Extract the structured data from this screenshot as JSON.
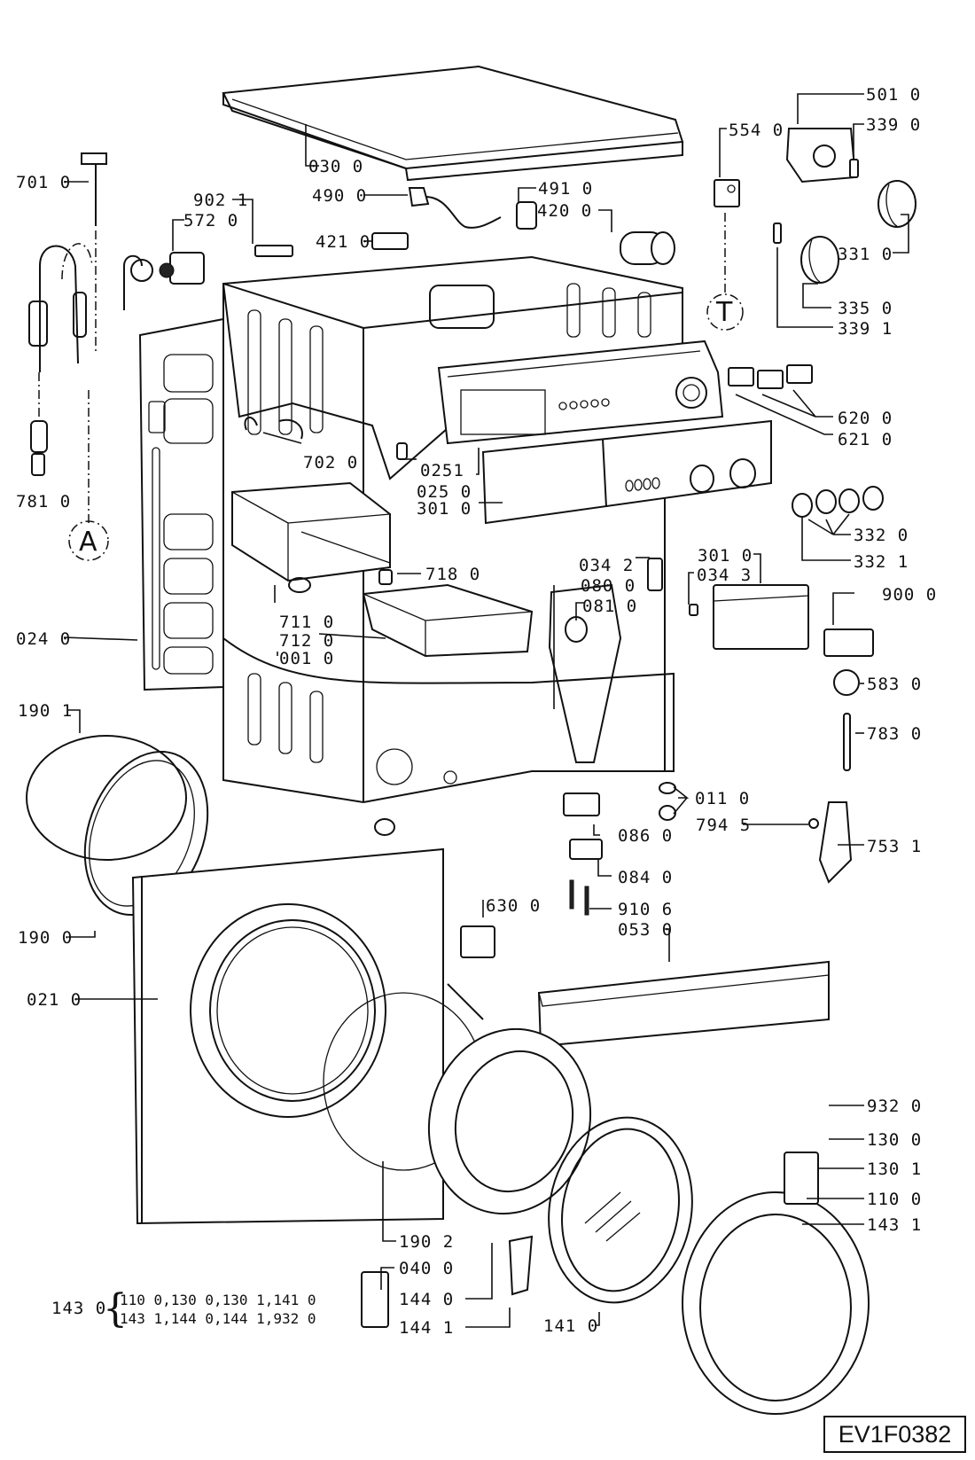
{
  "drawing": {
    "title": "Washing machine exploded parts diagram",
    "reference_code": "EV1F0382",
    "callouts": {
      "A": "A",
      "T": "T"
    },
    "labels": {
      "p030_0": "030 0",
      "p701_0": "701 0",
      "p902_1": "902 1",
      "p572_0": "572 0",
      "p490_0": "490 0",
      "p491_0": "491 0",
      "p420_0": "420 0",
      "p421_0": "421 0",
      "p554_0": "554 0",
      "p501_0": "501 0",
      "p339_0": "339 0",
      "p331_0": "331 0",
      "p335_0": "335 0",
      "p339_1": "339 1",
      "p620_0": "620 0",
      "p621_0": "621 0",
      "p702_0": "702 0",
      "p025_1": "0251",
      "p025_0": "025 0",
      "p301_0a": "301 0",
      "p781_0": "781 0",
      "p718_0": "718 0",
      "p332_0": "332 0",
      "p332_1": "332 1",
      "p034_2": "034 2",
      "p080_0": "080 0",
      "p081_0": "081 0",
      "p301_0b": "301 0",
      "p034_3": "034 3",
      "p900_0": "900 0",
      "p711_0": "711 0",
      "p712_0": "712 0",
      "p001_0": "001 0",
      "p024_0": "024 0",
      "p583_0": "583 0",
      "p783_0": "783 0",
      "p190_1": "190 1",
      "p011_0": "011 0",
      "p794_5": "794 5",
      "p086_0": "086 0",
      "p753_1": "753 1",
      "p084_0": "084 0",
      "p630_0": "630 0",
      "p910_6": "910 6",
      "p053_0": "053 0",
      "p190_0": "190 0",
      "p021_0": "021 0",
      "p932_0": "932 0",
      "p130_0": "130 0",
      "p130_1": "130 1",
      "p110_0": "110 0",
      "p143_1": "143 1",
      "p190_2": "190 2",
      "p040_0": "040 0",
      "p144_0": "144 0",
      "p144_1": "144 1",
      "p141_0": "141 0"
    },
    "kit_legend": {
      "kit": "143 0",
      "line1": "110 0,130 0,130 1,141 0",
      "line2": "143 1,144 0,144 1,932 0"
    }
  }
}
